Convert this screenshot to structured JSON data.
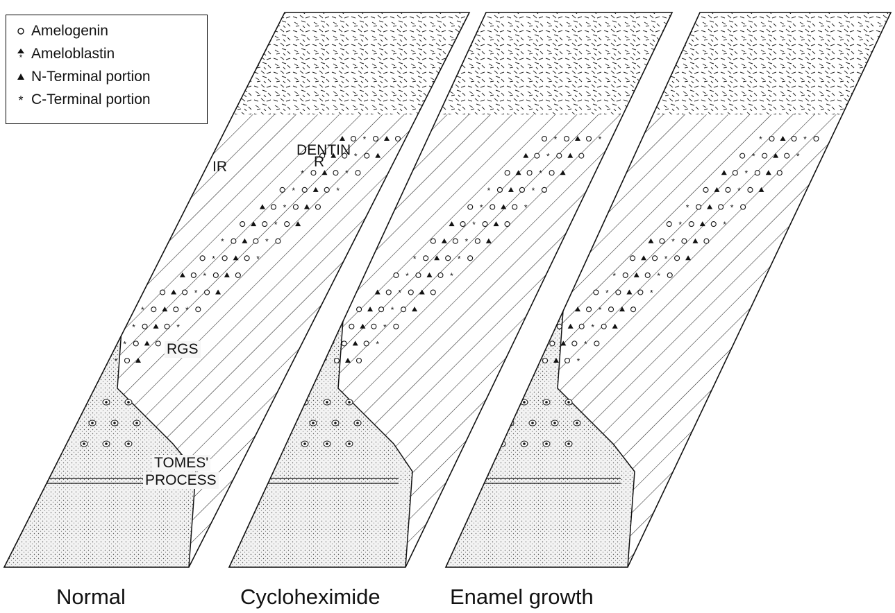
{
  "legend": {
    "items": [
      {
        "symbol": "open-circle",
        "label": "Amelogenin"
      },
      {
        "symbol": "triangle-star",
        "label": "Ameloblastin"
      },
      {
        "symbol": "filled-triangle",
        "label": "N-Terminal portion"
      },
      {
        "symbol": "asterisk",
        "label": "C-Terminal portion"
      }
    ]
  },
  "labels": {
    "dentin": "DENTIN",
    "ir": "IR",
    "r": "R",
    "rgs": "RGS",
    "tomes_1": "TOMES'",
    "tomes_2": "PROCESS"
  },
  "panels": [
    {
      "caption": "Normal"
    },
    {
      "caption": "Cycloheximide"
    },
    {
      "caption": "Enamel growth"
    }
  ],
  "colors": {
    "ink": "#111111",
    "paper": "#ffffff",
    "stipple": "#e9e9e9"
  }
}
